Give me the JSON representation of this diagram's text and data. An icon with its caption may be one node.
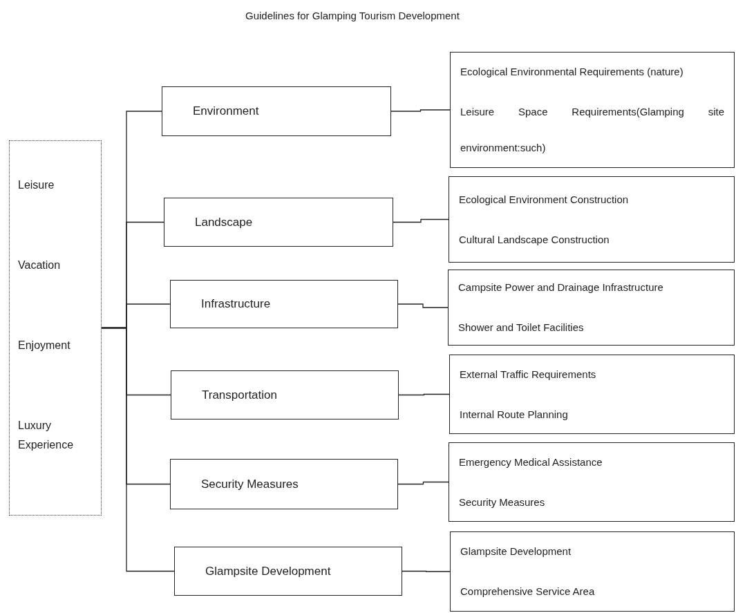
{
  "diagram": {
    "title": "Guidelines for Glamping Tourism Development",
    "nodes": [
      {
        "text": [
          "Leisure",
          "Vacation",
          "Enjoyment",
          "Luxury Experience"
        ]
      },
      {
        "text": [
          "Environment"
        ]
      },
      {
        "text": [
          "Landscape"
        ]
      },
      {
        "text": [
          "Infrastructure"
        ]
      },
      {
        "text": [
          "Transportation"
        ]
      },
      {
        "text": [
          "Security Measures"
        ]
      },
      {
        "text": [
          "Glampsite Development"
        ]
      },
      {
        "text": [
          "Ecological Environmental Requirements (nature)",
          "Leisure Space Requirements(Glamping site environment:such)"
        ]
      },
      {
        "text": [
          "Ecological Environment Construction",
          "Cultural Landscape Construction"
        ]
      },
      {
        "text": [
          "Campsite Power and Drainage Infrastructure",
          "Shower and Toilet Facilities"
        ]
      },
      {
        "text": [
          "External Traffic Requirements",
          "Internal Route Planning"
        ]
      },
      {
        "text": [
          "Emergency Medical Assistance",
          "Security Measures"
        ]
      },
      {
        "text": [
          "Glampsite Development",
          "Comprehensive Service Area"
        ]
      }
    ],
    "edges": [
      {
        "from": 0,
        "to": 1,
        "arrow": "none"
      },
      {
        "from": 0,
        "to": 2,
        "arrow": "none"
      },
      {
        "from": 0,
        "to": 3,
        "arrow": "none"
      },
      {
        "from": 0,
        "to": 4,
        "arrow": "none"
      },
      {
        "from": 0,
        "to": 5,
        "arrow": "none"
      },
      {
        "from": 0,
        "to": 6,
        "arrow": "none"
      },
      {
        "from": 1,
        "to": 7,
        "arrow": "none"
      },
      {
        "from": 2,
        "to": 8,
        "arrow": "none"
      },
      {
        "from": 3,
        "to": 9,
        "arrow": "none"
      },
      {
        "from": 4,
        "to": 10,
        "arrow": "none"
      },
      {
        "from": 5,
        "to": 11,
        "arrow": "none"
      },
      {
        "from": 6,
        "to": 12,
        "arrow": "none"
      }
    ]
  }
}
